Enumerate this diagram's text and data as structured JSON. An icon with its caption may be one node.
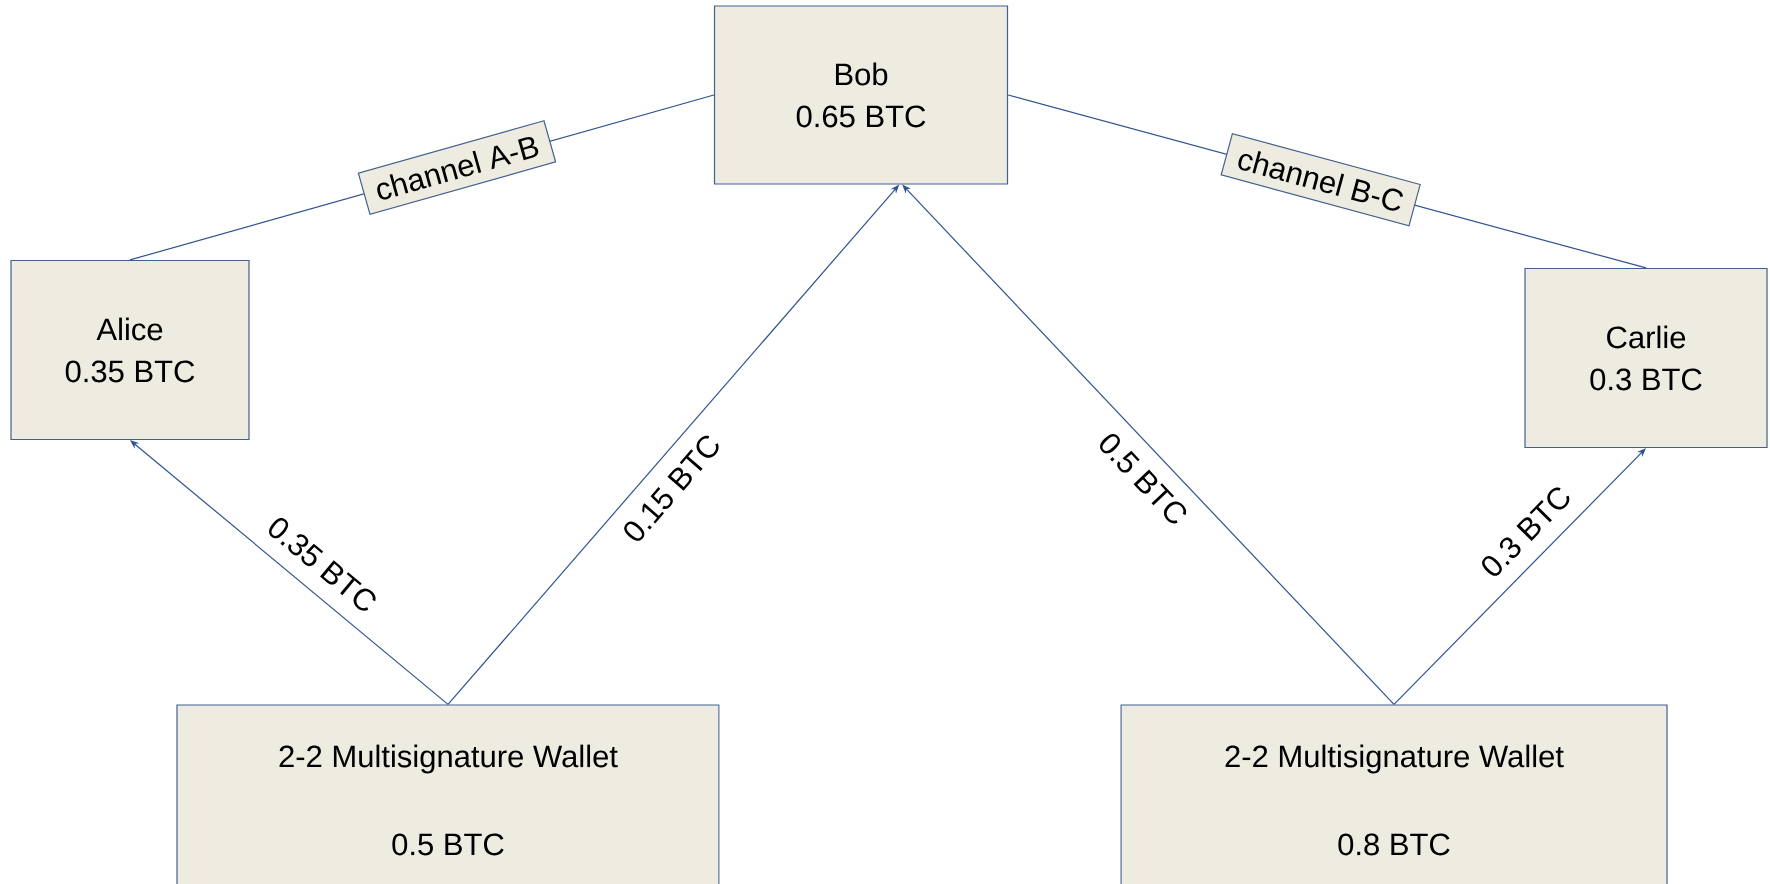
{
  "diagram": {
    "nodes": [
      {
        "text": [
          "Bob",
          "0.65 BTC"
        ]
      },
      {
        "text": [
          "Alice",
          "0.35 BTC"
        ]
      },
      {
        "text": [
          "Carlie",
          "0.3 BTC"
        ]
      },
      {
        "text": [
          "2-2 Multisignature Wallet",
          "0.5 BTC"
        ]
      },
      {
        "text": [
          "2-2 Multisignature Wallet",
          "0.8 BTC"
        ]
      }
    ],
    "edges": [
      {
        "from": 1,
        "to": 0,
        "arrow": "none",
        "label": "channel A-B"
      },
      {
        "from": 0,
        "to": 2,
        "arrow": "none",
        "label": "channel B-C"
      },
      {
        "from": 3,
        "to": 1,
        "arrow": "to",
        "label": "0.35 BTC"
      },
      {
        "from": 3,
        "to": 0,
        "arrow": "to",
        "label": "0.15 BTC"
      },
      {
        "from": 4,
        "to": 0,
        "arrow": "to",
        "label": "0.5 BTC"
      },
      {
        "from": 4,
        "to": 2,
        "arrow": "to",
        "label": "0.3 BTC"
      }
    ]
  }
}
